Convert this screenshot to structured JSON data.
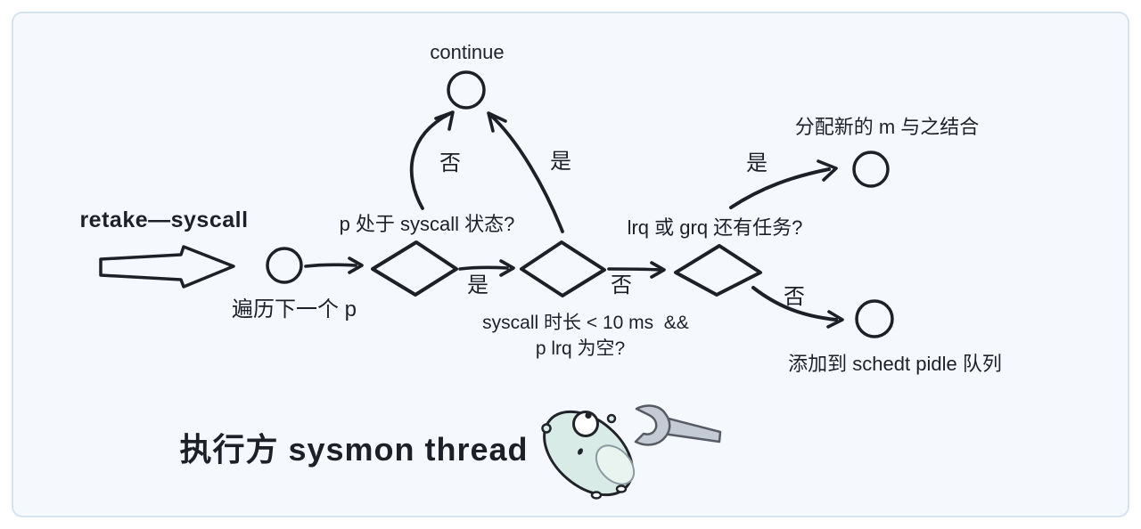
{
  "theme": {
    "page_bg": "#ffffff",
    "card_bg": "#f5f9fd",
    "card_border": "#d6e3f3",
    "ink": "#1d2127",
    "blue_hatch": "#a6d4f5",
    "pink_hatch": "#f2bdf2",
    "gray_hatch": "#9ba4b3",
    "gopher_body": "#d9ebe7",
    "wrench_gray": "#c5cbd5"
  },
  "nodes": {
    "title": "retake—syscall",
    "continue_label": "continue",
    "iterate_label": "遍历下一个 p",
    "d1_question": "p 处于 syscall 状态?",
    "d2_question_line1": "syscall 时长 < 10 ms  &&",
    "d2_question_line2": "p lrq 为空?",
    "d3_question": "lrq 或 grq 还有任务?",
    "allocate_label": "分配新的 m 与之结合",
    "pidle_label": "添加到 schedt pidle 队列",
    "executor_label": "执行方 sysmon thread"
  },
  "edges": {
    "d1_no": "否",
    "d2_yes": "是",
    "d1_d2_yes": "是",
    "d2_d3_no": "否",
    "d3_alloc_yes": "是",
    "d3_pidle_no": "否"
  }
}
